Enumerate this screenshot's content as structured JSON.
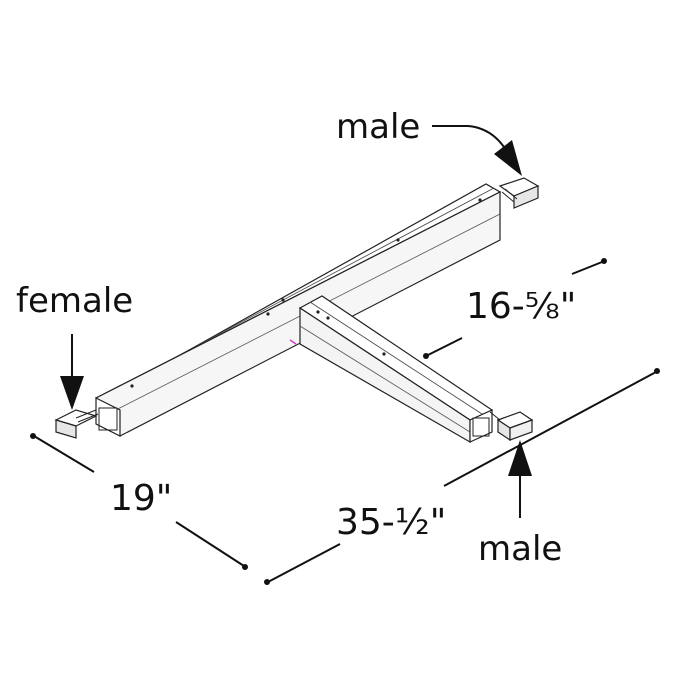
{
  "labels": {
    "male_top": "male",
    "female": "female",
    "male_right": "male"
  },
  "dimensions": {
    "short_arm": "16-⅝\"",
    "depth": "19\"",
    "long_arm": "35-½\""
  },
  "colors": {
    "line": "#222222",
    "fixture_fill": "#f4f4f4",
    "fixture_top": "#ffffff",
    "connector": "#333333",
    "accent": "#d63ad6"
  }
}
